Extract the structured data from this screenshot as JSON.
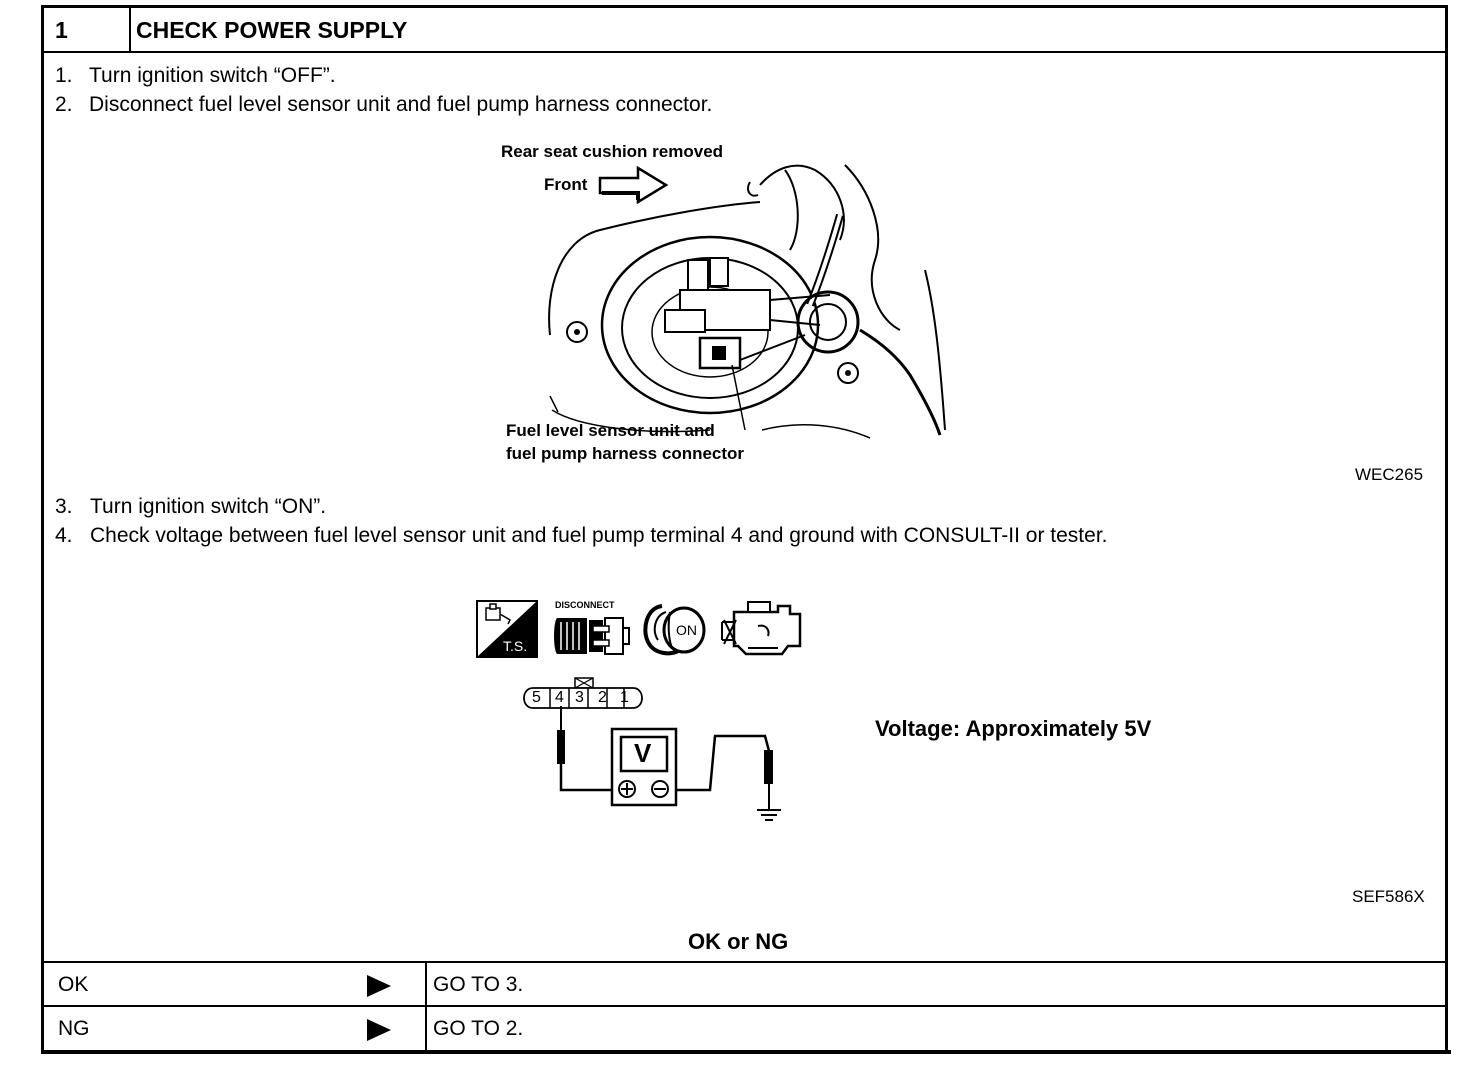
{
  "header": {
    "step_number": "1",
    "title": "CHECK POWER SUPPLY"
  },
  "steps": [
    {
      "num": "1.",
      "text": "Turn ignition switch “OFF”."
    },
    {
      "num": "2.",
      "text": "Disconnect fuel level sensor unit and fuel pump harness connector."
    },
    {
      "num": "3.",
      "text": "Turn ignition switch “ON”."
    },
    {
      "num": "4.",
      "text": "Check voltage between fuel level sensor unit and fuel pump terminal 4 and ground with CONSULT-II or tester."
    }
  ],
  "figure1": {
    "label_top": "Rear seat cushion removed",
    "label_front": "Front",
    "callout_line1": "Fuel level sensor unit and",
    "callout_line2": "fuel pump harness connector",
    "code": "WEC265"
  },
  "figure2": {
    "icons": [
      "test-stand-icon",
      "disconnect-icon",
      "ignition-on-icon",
      "engine-off-icon"
    ],
    "icon_ts_label": "T.S.",
    "icon_disconnect_label": "DISCONNECT",
    "icon_on_label": "ON",
    "connector_terminals": [
      "5",
      "4",
      "3",
      "2",
      "1"
    ],
    "meter_label": "V",
    "voltage_text": "Voltage: Approximately 5V",
    "code": "SEF586X"
  },
  "result": {
    "question": "OK or NG",
    "rows": [
      {
        "result": "OK",
        "action": "GO TO 3."
      },
      {
        "result": "NG",
        "action": "GO TO 2."
      }
    ]
  }
}
